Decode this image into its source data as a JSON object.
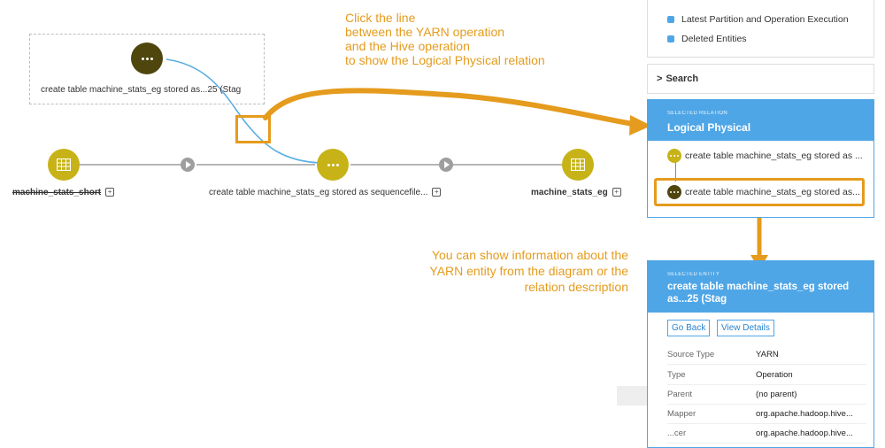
{
  "diagram": {
    "hive_label": "create table machine_stats_eg stored as...25 (Stag",
    "source_table_label": "machine_stats_short",
    "yarn_label": "create table machine_stats_eg stored as sequencefile...",
    "target_table_label": "machine_stats_eg"
  },
  "annotations": {
    "line1": "Click the line",
    "line2": "between the YARN operation",
    "line3": "and the Hive operation",
    "line4": "to show the Logical Physical relation",
    "info1": "You can show information about the",
    "info2": "YARN entity from the diagram or the",
    "info3": "relation description"
  },
  "filters": {
    "item1": "Latest Partition and Operation Execution",
    "item2": "Deleted Entities"
  },
  "search": {
    "label": "Search"
  },
  "relation": {
    "caption": "SELECTED RELATION",
    "title": "Logical Physical",
    "item1": "create table machine_stats_eg stored as ...",
    "item2": "create table machine_stats_eg stored as..."
  },
  "entity": {
    "caption": "SELECTED ENTITY",
    "title_line1": "create table machine_stats_eg stored",
    "title_line2": "as...25 (Stag",
    "go_back": "Go Back",
    "view_details": "View Details",
    "props": [
      {
        "k": "Source Type",
        "v": "YARN"
      },
      {
        "k": "Type",
        "v": "Operation"
      },
      {
        "k": "Parent",
        "v": "(no parent)"
      },
      {
        "k": "Mapper",
        "v": "org.apache.hadoop.hive..."
      },
      {
        "k": "...cer",
        "v": "org.apache.hadoop.hive..."
      }
    ]
  },
  "colors": {
    "accent": "#e59b1d",
    "relation_header": "#4fa6e6",
    "dataset_node": "#c7b317",
    "hive_node": "#4f460e",
    "link_line": "#5aaee2"
  }
}
